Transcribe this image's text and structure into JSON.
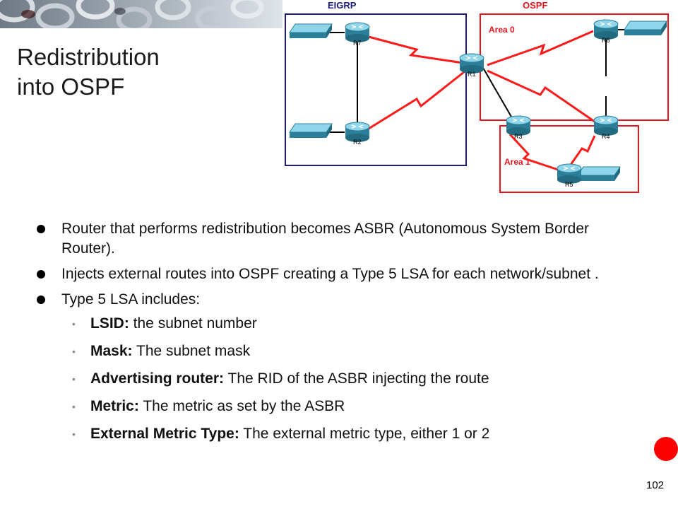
{
  "slide": {
    "title_line1": "Redistribution",
    "title_line2": "into OSPF",
    "page_number": "102"
  },
  "diagram": {
    "eigrp_label": "EIGRP",
    "ospf_label": "OSPF",
    "area0_label": "Area 0",
    "area1_label": "Area 1",
    "routers": [
      "R7",
      "R1",
      "R2",
      "R8",
      "R3",
      "R4",
      "R5"
    ],
    "colors": {
      "eigrp_box": "#1a1a80",
      "ospf_box": "#e8141e",
      "serial_link": "#ff1a1a",
      "router": "#3a9bb5"
    }
  },
  "bullets": [
    {
      "text": "Router that performs redistribution becomes ASBR (Autonomous System Border Router)."
    },
    {
      "text": "Injects external routes into OSPF creating a Type 5 LSA for each network/subnet ."
    },
    {
      "text": "Type 5 LSA includes:"
    }
  ],
  "sub_bullets": [
    {
      "term": "LSID:",
      "text": " the subnet number"
    },
    {
      "term": "Mask:",
      "text": " The subnet mask"
    },
    {
      "term": "Advertising router:",
      "text": " The RID of the ASBR injecting the route"
    },
    {
      "term": "Metric:",
      "text": " The metric as set by the ASBR"
    },
    {
      "term": "External Metric Type:",
      "text": " The external metric type, either 1 or 2"
    }
  ]
}
